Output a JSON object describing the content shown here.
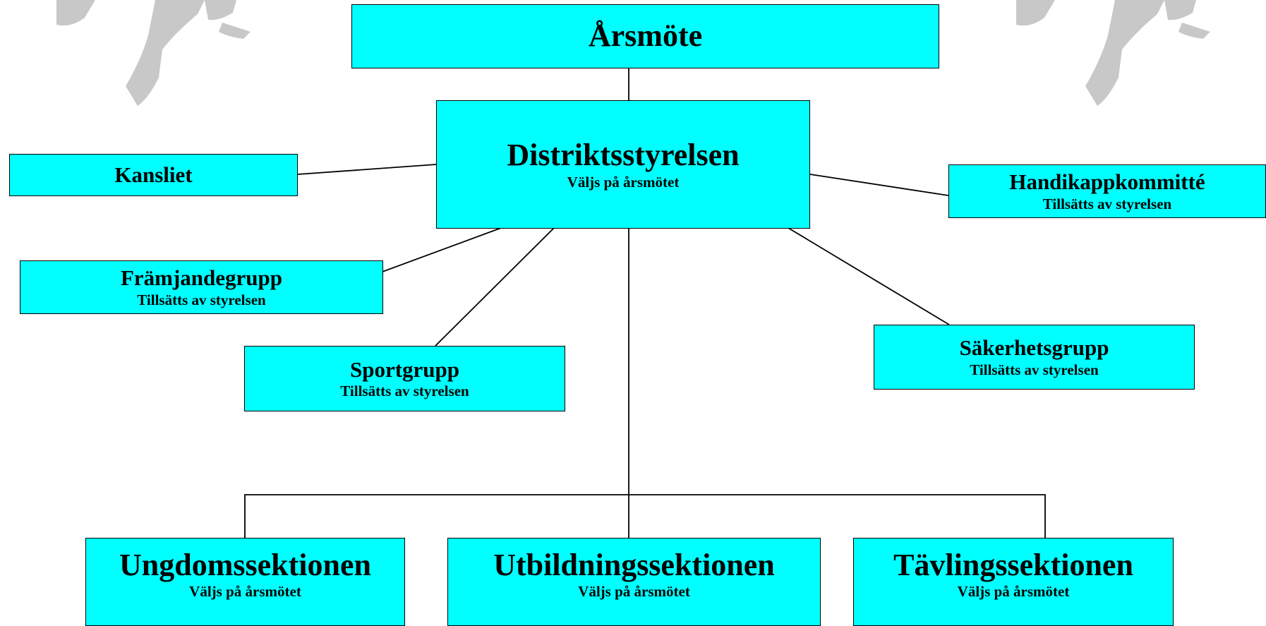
{
  "colors": {
    "box_fill": "#00ffff",
    "box_border": "#000000",
    "connector": "#000000",
    "decoration": "#c8c8c8"
  },
  "decorations": [
    {
      "name": "bird-silhouette-decoration"
    },
    {
      "name": "bird-silhouette-decoration"
    }
  ],
  "nodes": {
    "arsmote": {
      "title": "Årsmöte"
    },
    "distriktsstyrelsen": {
      "title": "Distriktsstyrelsen",
      "subtitle": "Väljs på årsmötet"
    },
    "kansliet": {
      "title": "Kansliet"
    },
    "framjandegrupp": {
      "title": "Främjandegrupp",
      "subtitle": "Tillsätts av styrelsen"
    },
    "sportgrupp": {
      "title": "Sportgrupp",
      "subtitle": "Tillsätts av styrelsen"
    },
    "handikappkommitte": {
      "title": "Handikappkommitté",
      "subtitle": "Tillsätts av styrelsen"
    },
    "sakerhetsgrupp": {
      "title": "Säkerhetsgrupp",
      "subtitle": "Tillsätts av styrelsen"
    },
    "ungdomssektionen": {
      "title": "Ungdomssektionen",
      "subtitle": "Väljs på årsmötet"
    },
    "utbildningssektionen": {
      "title": "Utbildningssektionen",
      "subtitle": "Väljs på årsmötet"
    },
    "tavlingssektionen": {
      "title": "Tävlingssektionen",
      "subtitle": "Väljs på årsmötet"
    }
  },
  "edges": [
    {
      "from": "arsmote",
      "to": "distriktsstyrelsen"
    },
    {
      "from": "distriktsstyrelsen",
      "to": "kansliet"
    },
    {
      "from": "distriktsstyrelsen",
      "to": "handikappkommitte"
    },
    {
      "from": "distriktsstyrelsen",
      "to": "framjandegrupp"
    },
    {
      "from": "distriktsstyrelsen",
      "to": "sportgrupp"
    },
    {
      "from": "distriktsstyrelsen",
      "to": "sakerhetsgrupp"
    },
    {
      "from": "distriktsstyrelsen",
      "to": "ungdomssektionen"
    },
    {
      "from": "distriktsstyrelsen",
      "to": "utbildningssektionen"
    },
    {
      "from": "distriktsstyrelsen",
      "to": "tavlingssektionen"
    }
  ]
}
